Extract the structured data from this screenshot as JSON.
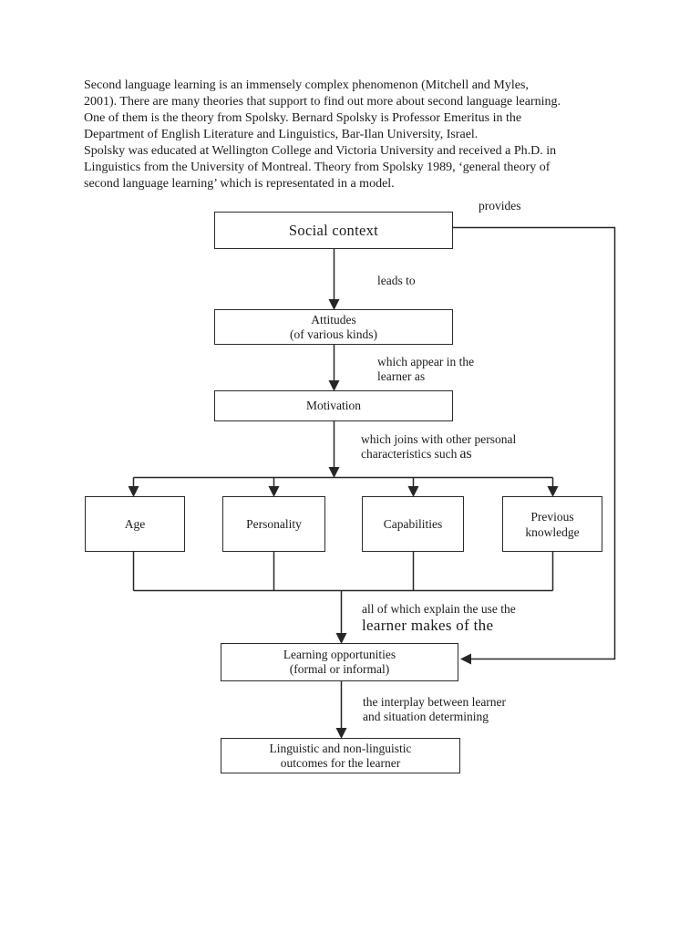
{
  "page": {
    "background": "#ffffff",
    "text_color": "#1b1b1b",
    "line_color": "#262626"
  },
  "paragraph": {
    "lines": [
      "Second language learning is an immensely complex phenomenon (Mitchell and Myles,",
      "2001). There are many theories that support to find out more about second language learning.",
      "One of them is the theory from Spolsky. Bernard Spolsky is Professor Emeritus in the",
      "Department of English Literature and Linguistics, Bar-Ilan University, Israel.",
      "Spolsky was educated at Wellington College and Victoria University and received a Ph.D. in",
      "Linguistics from the University of Montreal. Theory from Spolsky 1989, ‘general theory of",
      "second language learning’ which is representated in a model."
    ]
  },
  "diagram": {
    "boxes": {
      "social_context": "Social context",
      "attitudes_line1": "Attitudes",
      "attitudes_line2": "(of various kinds)",
      "motivation": "Motivation",
      "age": "Age",
      "personality": "Personality",
      "capabilities": "Capabilities",
      "previous_line1": "Previous",
      "previous_line2": "knowledge",
      "learning_line1": "Learning opportunities",
      "learning_line2": "(formal or informal)",
      "outcomes_line1": "Linguistic and non-linguistic",
      "outcomes_line2": "outcomes for the learner"
    },
    "labels": {
      "provides": "provides",
      "leads_to": "leads to",
      "which_appear_line1": "which appear in the",
      "which_appear_line2": "learner as",
      "which_joins_line1": "which joins with other personal",
      "which_joins_line2_small": "characteristics such",
      "which_joins_line2_large": "as",
      "explain_line1": "all of which explain the use the",
      "explain_line2": "learner makes of the",
      "interplay_line1": "the interplay between learner",
      "interplay_line2": "and situation determining"
    }
  }
}
